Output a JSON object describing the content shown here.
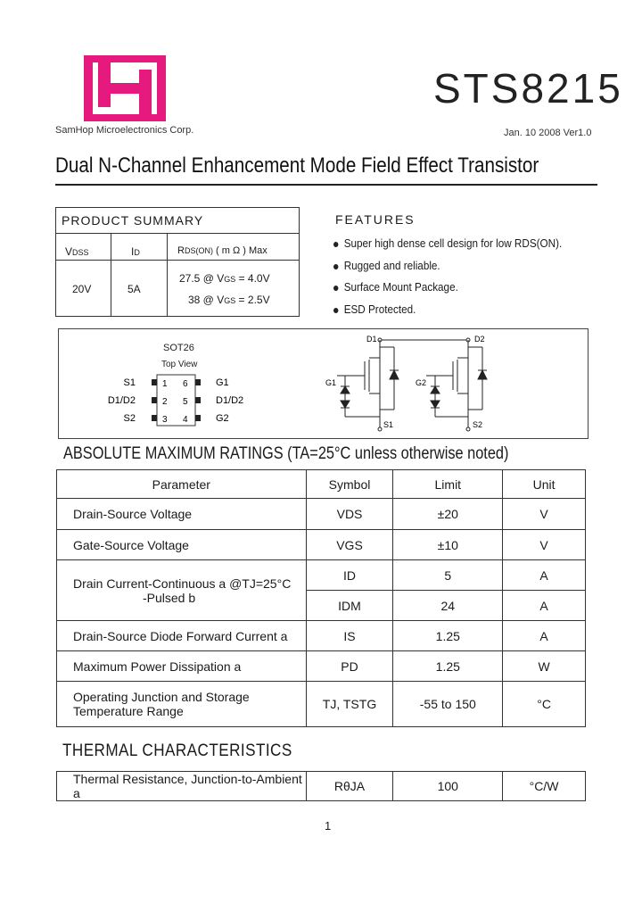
{
  "header": {
    "company": "SamHop Microelectronics Corp.",
    "part_number": "STS8215",
    "date_version": "Jan. 10 2008 Ver1.0",
    "title": "Dual N-Channel Enhancement Mode Field Effect Transistor",
    "logo_color": "#e6197e"
  },
  "product_summary": {
    "heading": "PRODUCT SUMMARY",
    "col_vdss": "VDSS",
    "col_id": "ID",
    "col_rds": "RDS(ON) ( m Ω ) Max",
    "vdss": "20V",
    "id": "5A",
    "rds_1": "27.5 @ VGS = 4.0V",
    "rds_2": "38 @ VGS = 2.5V"
  },
  "features": {
    "heading": "FEATURES",
    "items": [
      "Super high dense cell design for low RDS(ON).",
      "Rugged and reliable.",
      "Surface Mount Package.",
      "ESD Protected."
    ]
  },
  "package": {
    "name": "SOT26",
    "view": "Top View",
    "left_labels": [
      "S1",
      "D1/D2",
      "S2"
    ],
    "right_labels": [
      "G1",
      "D1/D2",
      "G2"
    ],
    "left_pins": [
      "1",
      "2",
      "3"
    ],
    "right_pins": [
      "6",
      "5",
      "4"
    ]
  },
  "schematic": {
    "d1": "D1",
    "d2": "D2",
    "g1": "G1",
    "g2": "G2",
    "s1": "S1",
    "s2": "S2"
  },
  "abs_max": {
    "title": "ABSOLUTE MAXIMUM RATINGS",
    "condition": "(TA=25°C unless otherwise noted)",
    "headers": [
      "Parameter",
      "Symbol",
      "Limit",
      "Unit"
    ],
    "rows": [
      {
        "param": "Drain-Source Voltage",
        "symbol": "VDS",
        "limit": "±20",
        "unit": "V"
      },
      {
        "param": "Gate-Source Voltage",
        "symbol": "VGS",
        "limit": "±10",
        "unit": "V"
      },
      {
        "param": "Drain Current-Continuous a @TJ=25°C",
        "symbol": "ID",
        "limit": "5",
        "unit": "A"
      },
      {
        "param": "-Pulsed b",
        "symbol": "IDM",
        "limit": "24",
        "unit": "A"
      },
      {
        "param": "Drain-Source Diode Forward Current a",
        "symbol": "IS",
        "limit": "1.25",
        "unit": "A"
      },
      {
        "param": "Maximum Power Dissipation a",
        "symbol": "PD",
        "limit": "1.25",
        "unit": "W"
      },
      {
        "param": "Operating Junction and Storage",
        "param2": "Temperature Range",
        "symbol": "TJ, TSTG",
        "limit": "-55 to 150",
        "unit": "°C"
      }
    ]
  },
  "thermal": {
    "title": "THERMAL CHARACTERISTICS",
    "param": "Thermal Resistance, Junction-to-Ambient a",
    "symbol": "RθJA",
    "limit": "100",
    "unit": "°C/W"
  },
  "page_number": "1"
}
